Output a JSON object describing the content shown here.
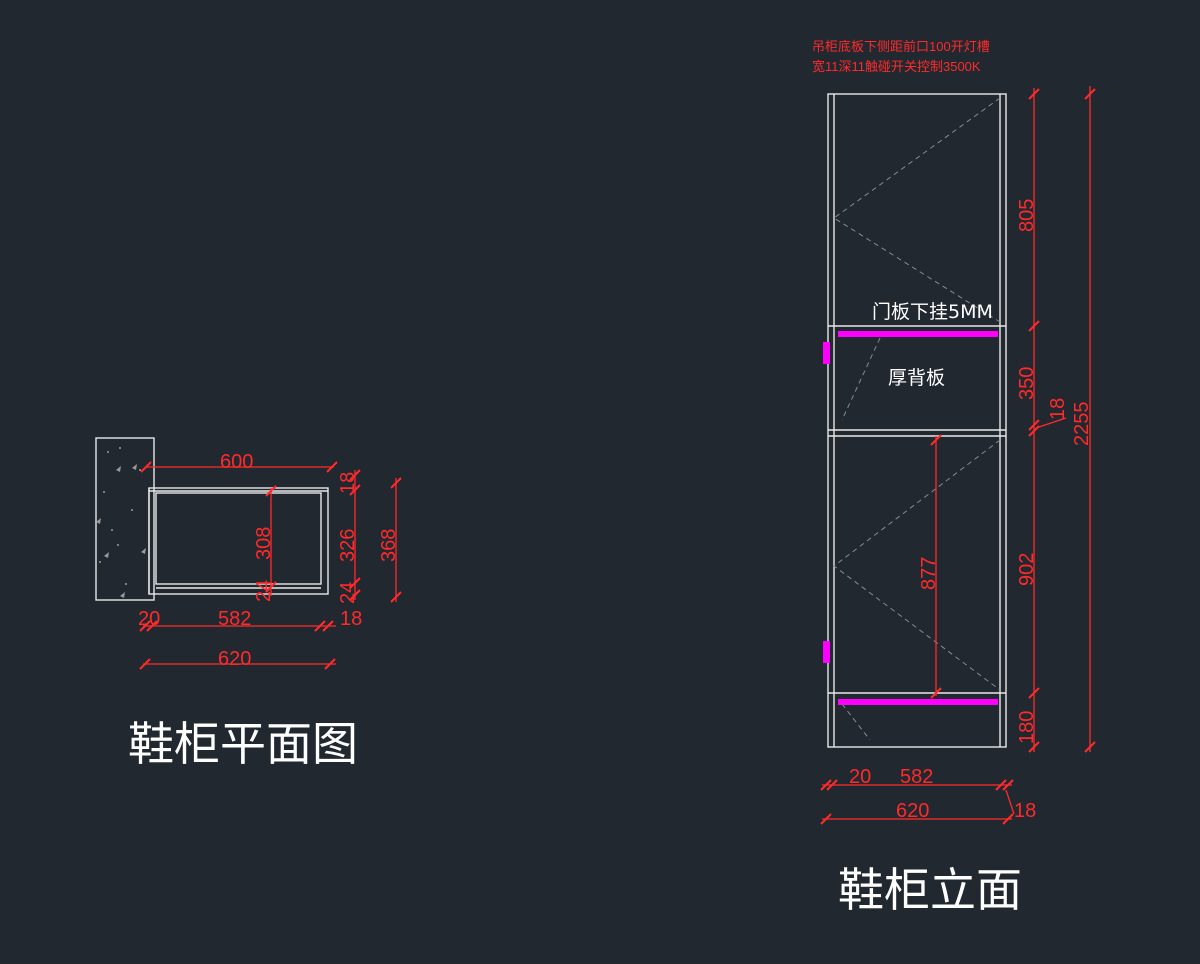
{
  "plan": {
    "title": "鞋柜平面图",
    "dims": {
      "width_600": "600",
      "thick_18_top": "18",
      "depth_308": "308",
      "depth_326": "326",
      "depth_368": "368",
      "small_24_left": "24",
      "small_24_right": "24",
      "left_20": "20",
      "inner_582": "582",
      "right_18": "18",
      "total_620": "620"
    }
  },
  "elevation": {
    "title": "鞋柜立面",
    "note_line1": "吊柜底板下侧距前口100开灯槽",
    "note_line2": "宽11深11触碰开关控制3500K",
    "label_door": "门板下挂5MM",
    "label_back": "厚背板",
    "dims": {
      "upper_805": "805",
      "mid_350": "350",
      "shelf_18": "18",
      "total_2255": "2255",
      "lower_902": "902",
      "inner_877": "877",
      "base_180": "180",
      "left_20": "20",
      "inner_582": "582",
      "total_620": "620",
      "right_18": "18"
    }
  },
  "colors": {
    "background": "#212830",
    "dimension": "#ff2a2a",
    "outline": "#e8e8e8",
    "hinge_led": "#ff00ff"
  }
}
